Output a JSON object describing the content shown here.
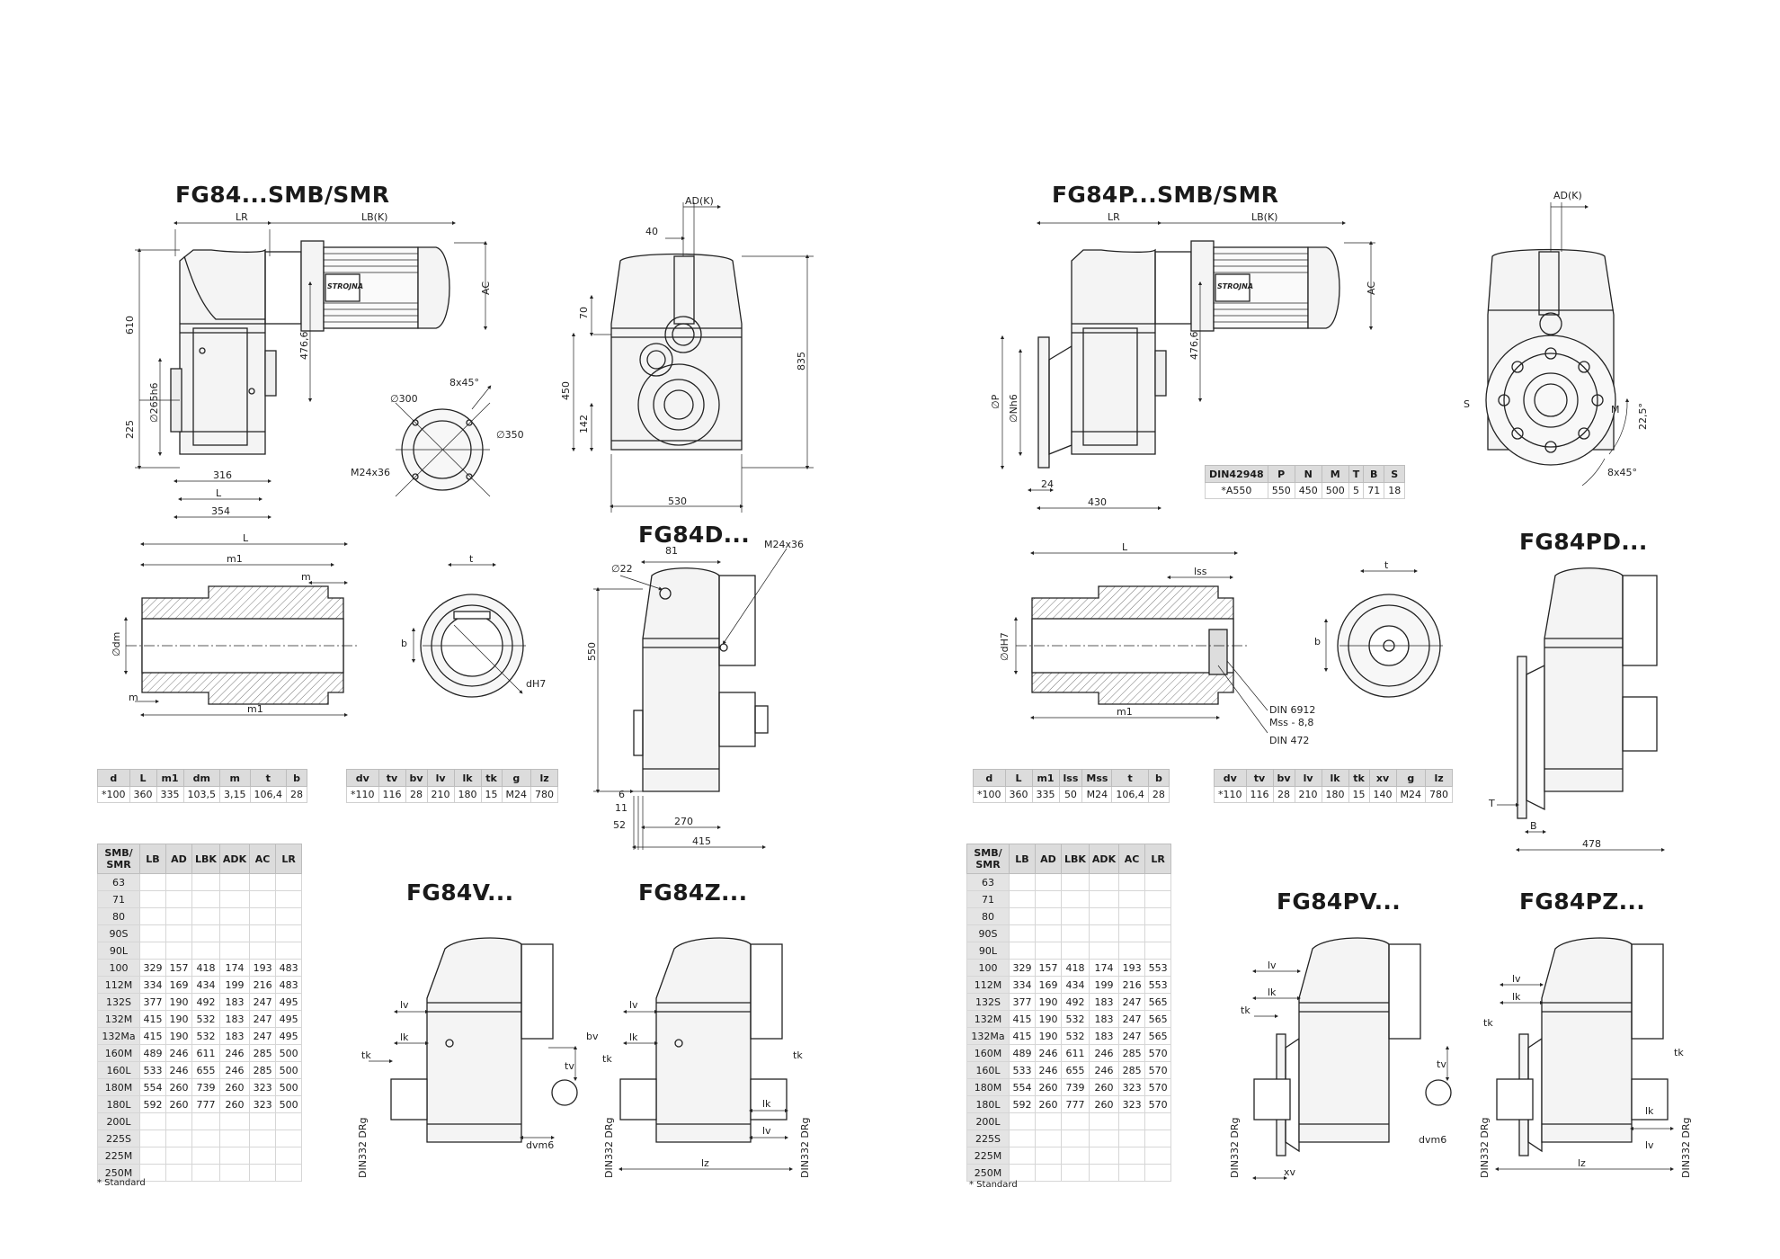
{
  "left": {
    "titles": {
      "main": "FG84...SMB/SMR",
      "d": "FG84D...",
      "v": "FG84V...",
      "z": "FG84Z..."
    },
    "dims_main": [
      "LR",
      "LB(K)",
      "AD(K)",
      "AC",
      "610",
      "476,6",
      "225",
      "∅265h6",
      "316",
      "L",
      "354",
      "40",
      "70",
      "450",
      "142",
      "835",
      "530",
      "∅300",
      "8x45°",
      "∅350",
      "M24x36"
    ],
    "dims_shaft": [
      "L",
      "m1",
      "m",
      "∅dm",
      "m",
      "m1",
      "t",
      "b",
      "dH7"
    ],
    "dims_d": [
      "∅22",
      "81",
      "M24x36",
      "550",
      "6",
      "11",
      "52",
      "270",
      "415"
    ],
    "dims_vz": [
      "lv",
      "lk",
      "tk",
      "DIN332 DRg",
      "bv",
      "tv",
      "dvm6",
      "lv",
      "lk",
      "tk",
      "DIN332 DRg",
      "lk",
      "lv",
      "lz",
      "tk",
      "DIN332 DRg"
    ],
    "table1": {
      "headers": [
        "d",
        "L",
        "m1",
        "dm",
        "m",
        "t",
        "b"
      ],
      "row": [
        "*100",
        "360",
        "335",
        "103,5",
        "3,15",
        "106,4",
        "28"
      ]
    },
    "table2": {
      "headers": [
        "dv",
        "tv",
        "bv",
        "lv",
        "lk",
        "tk",
        "g",
        "lz"
      ],
      "row": [
        "*110",
        "116",
        "28",
        "210",
        "180",
        "15",
        "M24",
        "780"
      ]
    },
    "size_headers": [
      "SMB/ SMR",
      "LB",
      "AD",
      "LBK",
      "ADK",
      "AC",
      "LR"
    ],
    "size_rows": [
      [
        "63",
        "",
        "",
        "",
        "",
        "",
        ""
      ],
      [
        "71",
        "",
        "",
        "",
        "",
        "",
        ""
      ],
      [
        "80",
        "",
        "",
        "",
        "",
        "",
        ""
      ],
      [
        "90S",
        "",
        "",
        "",
        "",
        "",
        ""
      ],
      [
        "90L",
        "",
        "",
        "",
        "",
        "",
        ""
      ],
      [
        "100",
        "329",
        "157",
        "418",
        "174",
        "193",
        "483"
      ],
      [
        "112M",
        "334",
        "169",
        "434",
        "199",
        "216",
        "483"
      ],
      [
        "132S",
        "377",
        "190",
        "492",
        "183",
        "247",
        "495"
      ],
      [
        "132M",
        "415",
        "190",
        "532",
        "183",
        "247",
        "495"
      ],
      [
        "132Ma",
        "415",
        "190",
        "532",
        "183",
        "247",
        "495"
      ],
      [
        "160M",
        "489",
        "246",
        "611",
        "246",
        "285",
        "500"
      ],
      [
        "160L",
        "533",
        "246",
        "655",
        "246",
        "285",
        "500"
      ],
      [
        "180M",
        "554",
        "260",
        "739",
        "260",
        "323",
        "500"
      ],
      [
        "180L",
        "592",
        "260",
        "777",
        "260",
        "323",
        "500"
      ],
      [
        "200L",
        "",
        "",
        "",
        "",
        "",
        ""
      ],
      [
        "225S",
        "",
        "",
        "",
        "",
        "",
        ""
      ],
      [
        "225M",
        "",
        "",
        "",
        "",
        "",
        ""
      ],
      [
        "250M",
        "",
        "",
        "",
        "",
        "",
        ""
      ]
    ],
    "footnote": "* Standard"
  },
  "right": {
    "titles": {
      "main": "FG84P...SMB/SMR",
      "pd": "FG84PD...",
      "pv": "FG84PV...",
      "pz": "FG84PZ..."
    },
    "dims_main": [
      "LR",
      "LB(K)",
      "AD(K)",
      "AC",
      "476,6",
      "∅P",
      "∅Nh6",
      "24",
      "430",
      "S",
      "M",
      "22,5°",
      "8x45°"
    ],
    "flange": {
      "headers": [
        "DIN42948",
        "P",
        "N",
        "M",
        "T",
        "B",
        "S"
      ],
      "row": [
        "*A550",
        "550",
        "450",
        "500",
        "5",
        "71",
        "18"
      ]
    },
    "dims_shaft": [
      "L",
      "lss",
      "∅dH7",
      "m1",
      "t",
      "b",
      "DIN 6912",
      "Mss - 8,8",
      "DIN 472"
    ],
    "dims_pd": [
      "T",
      "B",
      "478"
    ],
    "dims_pvz": [
      "lv",
      "lk",
      "tk",
      "DIN332 DRg",
      "xv",
      "tv",
      "dvm6",
      "lv",
      "lk",
      "tk",
      "DIN332 DRg",
      "tk",
      "lk",
      "lv",
      "lz",
      "DIN332 DRg"
    ],
    "table1": {
      "headers": [
        "d",
        "L",
        "m1",
        "lss",
        "Mss",
        "t",
        "b"
      ],
      "row": [
        "*100",
        "360",
        "335",
        "50",
        "M24",
        "106,4",
        "28"
      ]
    },
    "table2": {
      "headers": [
        "dv",
        "tv",
        "bv",
        "lv",
        "lk",
        "tk",
        "xv",
        "g",
        "lz"
      ],
      "row": [
        "*110",
        "116",
        "28",
        "210",
        "180",
        "15",
        "140",
        "M24",
        "780"
      ]
    },
    "size_headers": [
      "SMB/ SMR",
      "LB",
      "AD",
      "LBK",
      "ADK",
      "AC",
      "LR"
    ],
    "size_rows": [
      [
        "63",
        "",
        "",
        "",
        "",
        "",
        ""
      ],
      [
        "71",
        "",
        "",
        "",
        "",
        "",
        ""
      ],
      [
        "80",
        "",
        "",
        "",
        "",
        "",
        ""
      ],
      [
        "90S",
        "",
        "",
        "",
        "",
        "",
        ""
      ],
      [
        "90L",
        "",
        "",
        "",
        "",
        "",
        ""
      ],
      [
        "100",
        "329",
        "157",
        "418",
        "174",
        "193",
        "553"
      ],
      [
        "112M",
        "334",
        "169",
        "434",
        "199",
        "216",
        "553"
      ],
      [
        "132S",
        "377",
        "190",
        "492",
        "183",
        "247",
        "565"
      ],
      [
        "132M",
        "415",
        "190",
        "532",
        "183",
        "247",
        "565"
      ],
      [
        "132Ma",
        "415",
        "190",
        "532",
        "183",
        "247",
        "565"
      ],
      [
        "160M",
        "489",
        "246",
        "611",
        "246",
        "285",
        "570"
      ],
      [
        "160L",
        "533",
        "246",
        "655",
        "246",
        "285",
        "570"
      ],
      [
        "180M",
        "554",
        "260",
        "739",
        "260",
        "323",
        "570"
      ],
      [
        "180L",
        "592",
        "260",
        "777",
        "260",
        "323",
        "570"
      ],
      [
        "200L",
        "",
        "",
        "",
        "",
        "",
        ""
      ],
      [
        "225S",
        "",
        "",
        "",
        "",
        "",
        ""
      ],
      [
        "225M",
        "",
        "",
        "",
        "",
        "",
        ""
      ],
      [
        "250M",
        "",
        "",
        "",
        "",
        "",
        ""
      ]
    ],
    "footnote": "* Standard"
  },
  "brand": "STROJNA"
}
